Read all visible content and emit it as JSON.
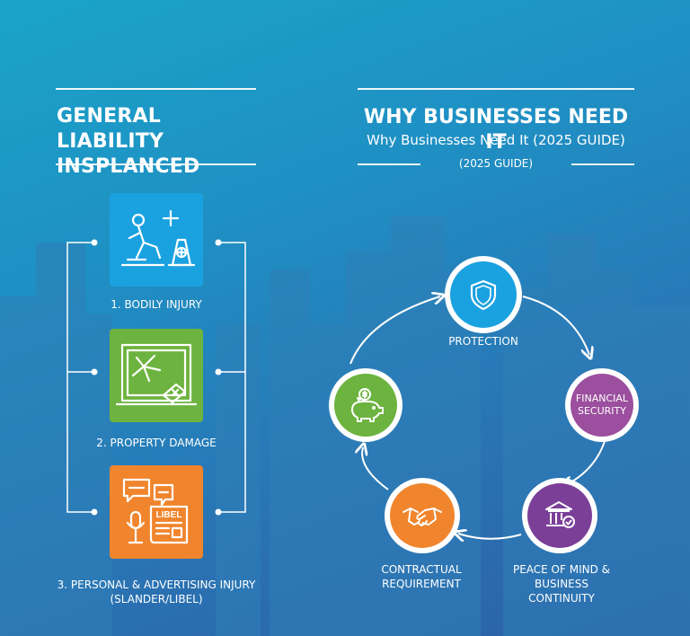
{
  "left": {
    "title_line1": "GENERAL LIABILITY",
    "title_line2": "INSPLANCED",
    "items": [
      {
        "label": "1. BODILY INJURY",
        "icon": "bodily-injury-icon",
        "color": "#1aa1e0"
      },
      {
        "label": "2. PROPERTY DAMAGE",
        "icon": "broken-window-icon",
        "color": "#6db33f"
      },
      {
        "label_line1": "3. PERSONAL & ADVERTISING INJURY",
        "label_line2": "(SLANDER/LIBEL)",
        "icon": "speech-microphone-newspaper-icon",
        "color": "#f0852d",
        "badge": "LIBEL"
      }
    ]
  },
  "right": {
    "title": "WHY BUSINESSES NEED IT",
    "subtitle": "Why Businesses Need It (2025 GUIDE)",
    "small": "(2025 GUIDE)",
    "cycle": [
      {
        "label": "PROTECTION",
        "icon": "shield-icon",
        "color": "#1aa1e0"
      },
      {
        "label_line1": "FINANCIAL",
        "label_line2": "SECURITY",
        "icon": "",
        "color": "#9b4f9e"
      },
      {
        "label_line1": "PEACE OF MIND &",
        "label_line2": "BUSINESS",
        "label_line3": "CONTINUITY",
        "icon": "bank-check-icon",
        "color": "#7b3f98"
      },
      {
        "label_line1": "CONTRACTUAL",
        "label_line2": "REQUIREMENT",
        "icon": "handshake-icon",
        "color": "#f0852d"
      },
      {
        "label": "",
        "icon": "piggy-bank-icon",
        "color": "#6db33f"
      }
    ]
  }
}
